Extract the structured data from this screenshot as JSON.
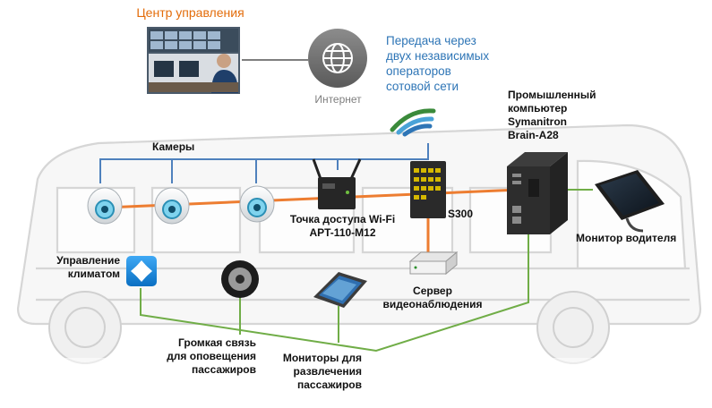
{
  "control_center": {
    "title": "Центр управления"
  },
  "internet": {
    "label": "Интернет"
  },
  "transmission": {
    "text": "Передача через\nдвух независимых\nоператоров\nсотовой сети"
  },
  "computer": {
    "label": "Промышленный\nкомпьютер\nSymanitron\nBrain-A28"
  },
  "cameras": {
    "label": "Камеры"
  },
  "access_point": {
    "label": "Точка доступа Wi-Fi\nAPT-110-M12"
  },
  "switch": {
    "label": "S300"
  },
  "driver_monitor": {
    "label": "Монитор водителя"
  },
  "climate": {
    "label": "Управление\nклиматом"
  },
  "server": {
    "label": "Сервер\nвидеонаблюдения"
  },
  "pa": {
    "label": "Громкая связь\nдля оповещения\nпассажиров"
  },
  "passenger_monitors": {
    "label": "Мониторы для\nразвлечения\nпассажиров"
  },
  "colors": {
    "camera_link": "#4f81bd",
    "ethernet_link": "#ed7d31",
    "control_link": "#70ad47",
    "title_orange": "#e36c0a",
    "transmit_blue": "#2e75b6"
  },
  "icons": [
    "globe-icon",
    "wifi-signal-icon",
    "dome-camera-icon",
    "router-icon",
    "switch-icon",
    "computer-icon",
    "monitor-icon",
    "climate-icon",
    "speaker-icon",
    "server-icon"
  ]
}
